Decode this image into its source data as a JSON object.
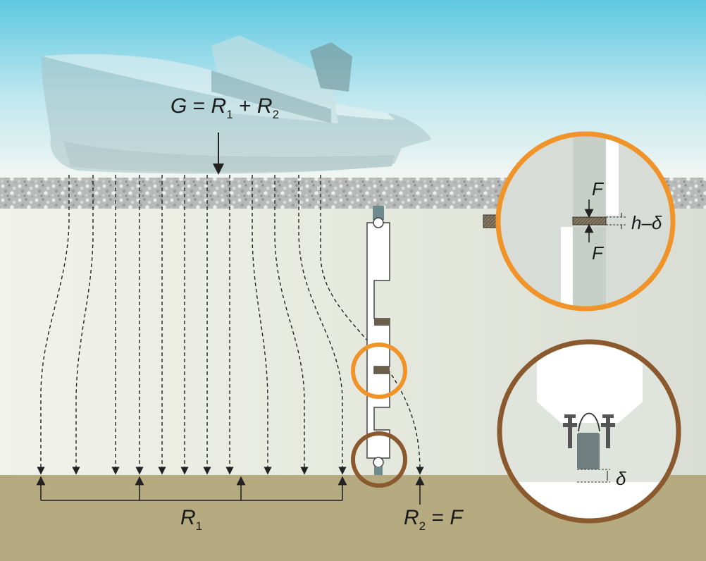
{
  "labels": {
    "load_equation": {
      "g": "G",
      "eq": " = ",
      "r": "R",
      "sub1": "1",
      "plus": " + ",
      "r2": "R",
      "sub2": "2"
    },
    "r1": {
      "r": "R",
      "sub": "1"
    },
    "r2_eq": {
      "r": "R",
      "sub": "2",
      "eq": " = ",
      "f": "F"
    },
    "inset_top": {
      "force_top": "F",
      "force_bottom": "F",
      "pad_height": "h",
      "compressed_height": "h–δ"
    },
    "inset_bottom": {
      "delta": "δ"
    }
  },
  "colors": {
    "sky_top": "#5ec8e0",
    "sky_bottom": "#ffffff",
    "gravel": "#b9bcb9",
    "ground": "#e3e6dc",
    "seabed": "#b5aa80",
    "orange_ring": "#f0942a",
    "brown_ring": "#8a5a2e",
    "pad": "#6b5f4c",
    "arrow": "#222222"
  },
  "icons": [
    "ship-icon",
    "magnifier-ring-orange",
    "magnifier-ring-brown",
    "bolt-icon",
    "load-cell-icon"
  ]
}
